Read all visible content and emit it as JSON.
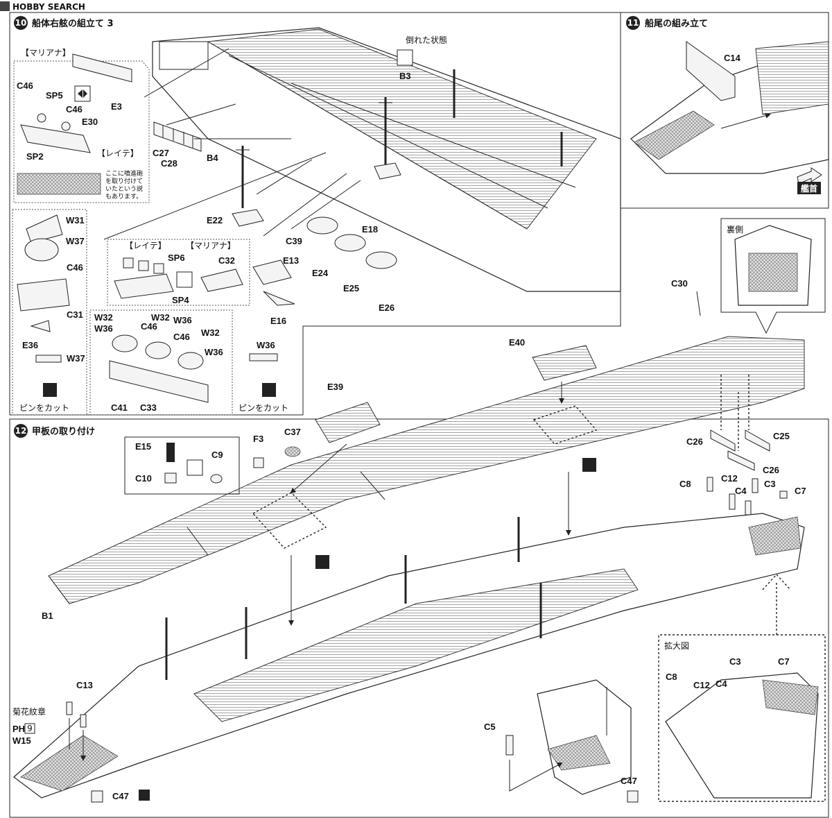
{
  "watermark": "HOBBY SEARCH",
  "steps": [
    {
      "num": "10",
      "title": "船体右舷の組立て 3"
    },
    {
      "num": "11",
      "title": "船尾の組み立て"
    },
    {
      "num": "12",
      "title": "甲板の取り付け"
    }
  ],
  "step10": {
    "marianas_label": "【マリアナ】",
    "leyte_label": "【レイテ】",
    "leyte_label2": "【レイテ】",
    "marianas_label2": "【マリアナ】",
    "fallen_state": "倒れた状態",
    "note_lines": [
      "ここに噴進砲",
      "を取り付けて",
      "いたという説",
      "もあります。"
    ],
    "cut_pin": "ピンをカット",
    "cut_pin2": "ピンをカット",
    "parts": [
      "C46",
      "SP5",
      "C46",
      "E30",
      "SP2",
      "E3",
      "C27",
      "C28",
      "B4",
      "E22",
      "B3",
      "E18",
      "C39",
      "E24",
      "E25",
      "E26",
      "E13",
      "E16",
      "SP6",
      "C32",
      "SP4",
      "W31",
      "W37",
      "C46",
      "C31",
      "E36",
      "W37",
      "W32",
      "W36",
      "W32",
      "W36",
      "C46",
      "C46",
      "W32",
      "W36",
      "C41",
      "C33",
      "W36"
    ]
  },
  "step11": {
    "parts": [
      "C14"
    ],
    "bow_label": "艦首"
  },
  "step12": {
    "underside_label": "裏側",
    "zoom_label": "拡大図",
    "emblem_label": "菊花紋章",
    "ph_code": "PH",
    "ph_num": "9",
    "parts": [
      "C30",
      "E40",
      "E39",
      "C26",
      "C25",
      "C26",
      "E15",
      "C9",
      "C10",
      "F3",
      "C37",
      "C8",
      "C12",
      "C3",
      "C4",
      "C7",
      "B1",
      "C13",
      "W15",
      "C47",
      "C5",
      "C47",
      "C8",
      "C12",
      "C4",
      "C3",
      "C7"
    ]
  },
  "icons": [
    "paint-code-icon",
    "cut-icon",
    "flip-icon"
  ]
}
